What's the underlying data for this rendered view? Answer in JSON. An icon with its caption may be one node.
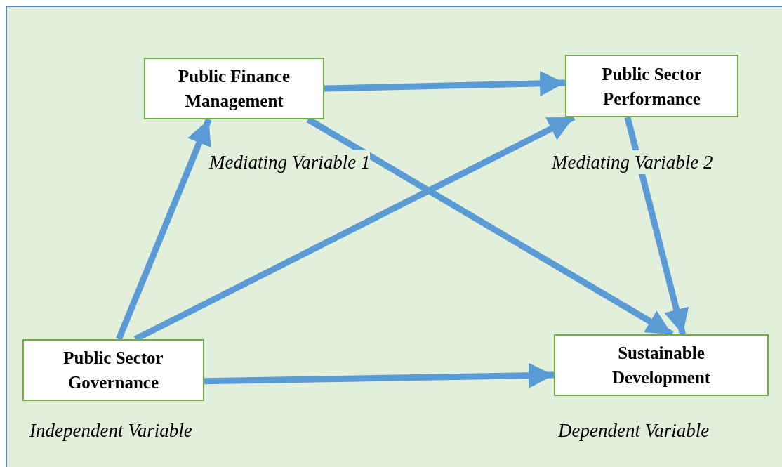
{
  "diagram": {
    "nodes": [
      {
        "text": [
          "Public Finance Management"
        ],
        "beside": [
          "Mediating Variable 1"
        ]
      },
      {
        "text": [
          "Public Sector Performance"
        ],
        "beside": [
          "Mediating Variable 2"
        ]
      },
      {
        "text": [
          "Public Sector Governance"
        ],
        "beside": [
          "Independent Variable"
        ]
      },
      {
        "text": [
          "Sustainable Development"
        ],
        "beside": [
          "Dependent Variable"
        ]
      }
    ],
    "edges": [
      {
        "from": 0,
        "to": 1,
        "arrow": "to"
      },
      {
        "from": 2,
        "to": 0,
        "arrow": "to"
      },
      {
        "from": 0,
        "to": 3,
        "arrow": "to"
      },
      {
        "from": 2,
        "to": 1,
        "arrow": "to"
      },
      {
        "from": 1,
        "to": 3,
        "arrow": "to"
      },
      {
        "from": 2,
        "to": 3,
        "arrow": "to"
      }
    ]
  }
}
